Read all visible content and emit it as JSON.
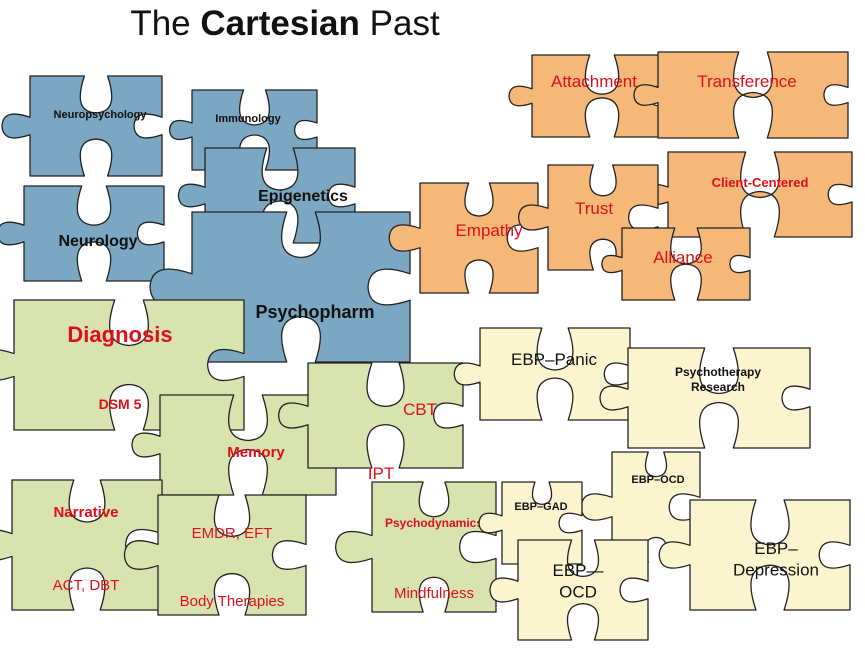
{
  "title": {
    "prefix": "The ",
    "emphasis": "Cartesian",
    "suffix": " Past"
  },
  "colors": {
    "blue": "#7ba7c2",
    "orange": "#f5b878",
    "green": "#d8e3b0",
    "cream": "#fbf5cf",
    "red_text": "#e0101a",
    "dark_text": "#111111",
    "outline": "#222222"
  },
  "pieces": [
    {
      "id": "neuropsychology",
      "group": "blue",
      "label": "Neuropsychology"
    },
    {
      "id": "immunology",
      "group": "blue",
      "label": "Immunology"
    },
    {
      "id": "epigenetics",
      "group": "blue",
      "label": "Epigenetics"
    },
    {
      "id": "neurology",
      "group": "blue",
      "label": "Neurology"
    },
    {
      "id": "psychopharm",
      "group": "blue",
      "label": "Psychopharm"
    },
    {
      "id": "attachment",
      "group": "orange",
      "label": "Attachment"
    },
    {
      "id": "transference",
      "group": "orange",
      "label": "Transference"
    },
    {
      "id": "client-centered",
      "group": "orange",
      "label": "Client-Centered"
    },
    {
      "id": "empathy",
      "group": "orange",
      "label": "Empathy"
    },
    {
      "id": "trust",
      "group": "orange",
      "label": "Trust"
    },
    {
      "id": "alliance",
      "group": "orange",
      "label": "Alliance"
    },
    {
      "id": "diagnosis",
      "group": "green",
      "label": "Diagnosis"
    },
    {
      "id": "dsm5",
      "group": "green",
      "label": "DSM 5"
    },
    {
      "id": "memory",
      "group": "green",
      "label": "Memory"
    },
    {
      "id": "cbt",
      "group": "green",
      "label": "CBT"
    },
    {
      "id": "ipt",
      "group": "green",
      "label": "IPT"
    },
    {
      "id": "narrative",
      "group": "green",
      "label": "Narrative"
    },
    {
      "id": "emdr-eft",
      "group": "green",
      "label": "EMDR, EFT"
    },
    {
      "id": "act-dbt",
      "group": "green",
      "label": "ACT, DBT"
    },
    {
      "id": "body-therapies",
      "group": "green",
      "label": "Body Therapies"
    },
    {
      "id": "psychodynamics",
      "group": "green",
      "label": "Psychodynamics"
    },
    {
      "id": "mindfulness",
      "group": "green",
      "label": "Mindfulness"
    },
    {
      "id": "ebp-panic",
      "group": "cream",
      "label": "EBP–Panic"
    },
    {
      "id": "psychotherapy-research",
      "group": "cream",
      "label": "Psychotherapy Research"
    },
    {
      "id": "ebp-ocd-small",
      "group": "cream",
      "label": "EBP–OCD"
    },
    {
      "id": "ebp-gad",
      "group": "cream",
      "label": "EBP–GAD"
    },
    {
      "id": "ebp-ocd-large",
      "group": "cream",
      "label": "EBP—OCD"
    },
    {
      "id": "ebp-depression",
      "group": "cream",
      "label": "EBP–Depression"
    }
  ]
}
